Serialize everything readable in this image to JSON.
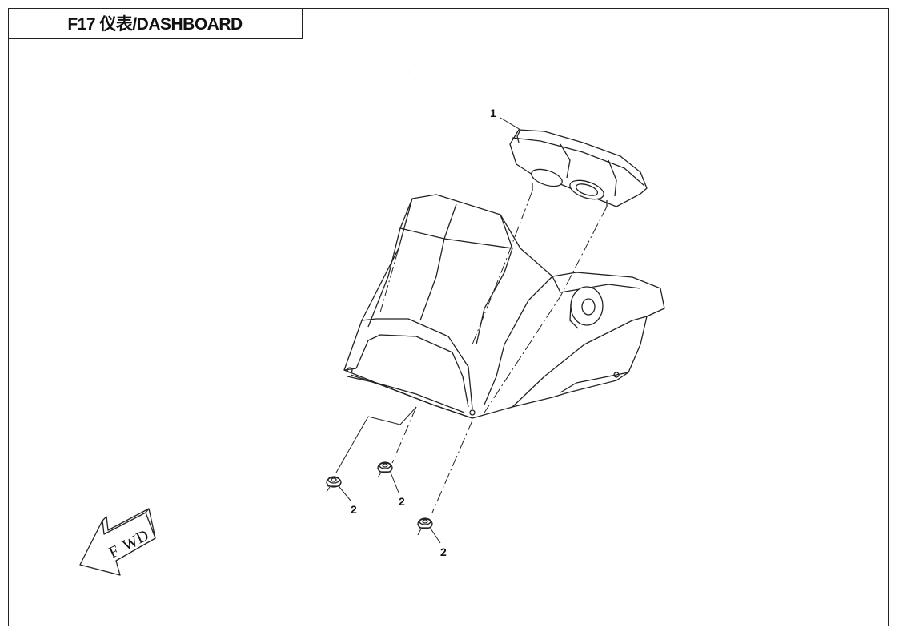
{
  "title": "F17 仪表/DASHBOARD",
  "callouts": {
    "instrument_cluster": "1",
    "nut_left": "2",
    "nut_middle": "2",
    "nut_right": "2"
  },
  "direction_arrow": {
    "label_f": "F",
    "label_w": "W",
    "label_d": "D"
  },
  "colors": {
    "line": "#222222",
    "background": "#ffffff"
  },
  "icons": [
    "fwd-arrow-icon",
    "flange-nut-icon",
    "instrument-cluster-icon",
    "dashboard-panel-icon"
  ]
}
